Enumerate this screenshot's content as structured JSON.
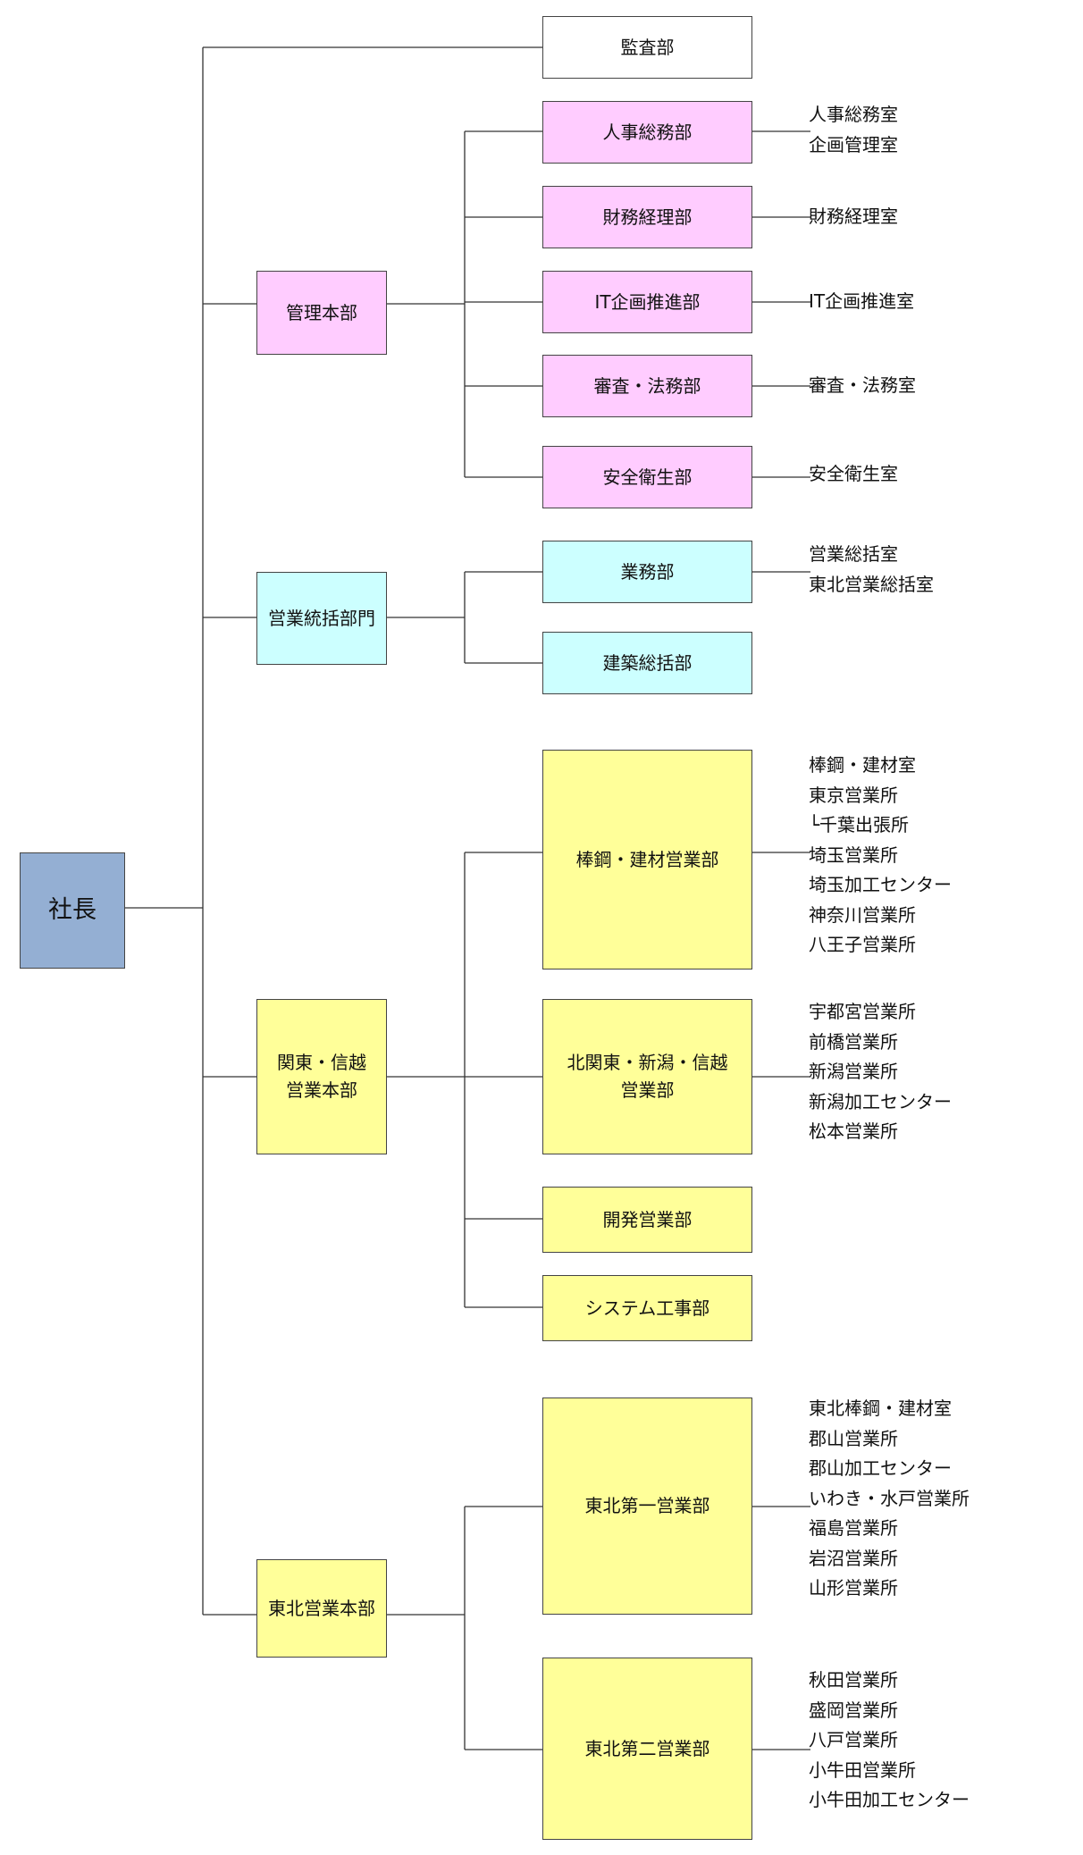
{
  "root": "社長",
  "audit": "監査部",
  "kanri": {
    "name": "管理本部",
    "depts": [
      {
        "name": "人事総務部",
        "offices": [
          "人事総務室",
          "企画管理室"
        ]
      },
      {
        "name": "財務経理部",
        "offices": [
          "財務経理室"
        ]
      },
      {
        "name": "IT企画推進部",
        "offices": [
          "IT企画推進室"
        ]
      },
      {
        "name": "審査・法務部",
        "offices": [
          "審査・法務室"
        ]
      },
      {
        "name": "安全衛生部",
        "offices": [
          "安全衛生室"
        ]
      }
    ]
  },
  "eigyo": {
    "name": "営業統括部門",
    "depts": [
      {
        "name": "業務部",
        "offices": [
          "営業総括室",
          "東北営業総括室"
        ]
      },
      {
        "name": "建築総括部",
        "offices": []
      }
    ]
  },
  "kanto": {
    "name": "関東・信越\n営業本部",
    "depts": [
      {
        "name": "棒鋼・建材営業部",
        "offices": [
          "棒鋼・建材室",
          "東京営業所",
          "└千葉出張所",
          "埼玉営業所",
          "埼玉加工センター",
          "神奈川営業所",
          "八王子営業所"
        ]
      },
      {
        "name": "北関東・新潟・信越\n営業部",
        "offices": [
          "宇都宮営業所",
          "前橋営業所",
          "新潟営業所",
          "新潟加工センター",
          "松本営業所"
        ]
      },
      {
        "name": "開発営業部",
        "offices": []
      },
      {
        "name": "システム工事部",
        "offices": []
      }
    ]
  },
  "tohoku": {
    "name": "東北営業本部",
    "depts": [
      {
        "name": "東北第一営業部",
        "offices": [
          "東北棒鋼・建材室",
          "郡山営業所",
          "郡山加工センター",
          "いわき・水戸営業所",
          "福島営業所",
          "岩沼営業所",
          "山形営業所"
        ]
      },
      {
        "name": "東北第二営業部",
        "offices": [
          "秋田営業所",
          "盛岡営業所",
          "八戸営業所",
          "小牛田営業所",
          "小牛田加工センター"
        ]
      }
    ]
  },
  "colors": {
    "root": "#94afd3",
    "audit": "#ffffff",
    "kanri": "#ffccff",
    "eigyo": "#ccffff",
    "kanto": "#ffff99",
    "tohoku": "#ffff99"
  }
}
